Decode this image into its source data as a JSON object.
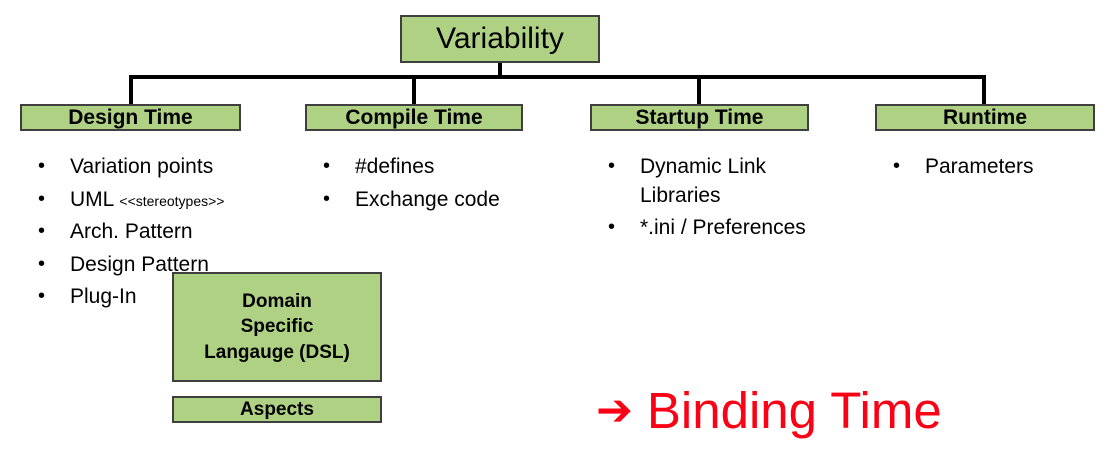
{
  "diagram": {
    "title": "Variability",
    "root": {
      "label": "Variability"
    },
    "colors": {
      "box_fill": "#afd183",
      "box_border": "#3f3f3f",
      "connector": "#000000",
      "annotation": "#fb0116",
      "text": "#000000"
    },
    "branches": [
      {
        "id": "design-time",
        "label": "Design Time",
        "items": [
          {
            "text": "Variation points",
            "note": ""
          },
          {
            "text": "UML ",
            "note": "<<stereotypes>>"
          },
          {
            "text": "Arch. Pattern",
            "note": ""
          },
          {
            "text": "Design Pattern",
            "note": ""
          },
          {
            "text": "Plug-In",
            "note": ""
          }
        ]
      },
      {
        "id": "compile-time",
        "label": "Compile Time",
        "items": [
          {
            "text": "#defines",
            "note": ""
          },
          {
            "text": "Exchange code",
            "note": ""
          }
        ]
      },
      {
        "id": "startup-time",
        "label": "Startup Time",
        "items": [
          {
            "text": "Dynamic Link Libraries",
            "note": ""
          },
          {
            "text": "*.ini / Preferences",
            "note": ""
          }
        ]
      },
      {
        "id": "runtime",
        "label": "Runtime",
        "items": [
          {
            "text": "Parameters",
            "note": ""
          }
        ]
      }
    ],
    "extra_boxes": [
      {
        "id": "dsl",
        "lines": [
          "Domain",
          "Specific",
          "Langauge (DSL)"
        ]
      },
      {
        "id": "aspects",
        "lines": [
          "Aspects"
        ]
      }
    ],
    "annotation": {
      "arrow_icon": "➔",
      "text": "Binding Time"
    }
  }
}
